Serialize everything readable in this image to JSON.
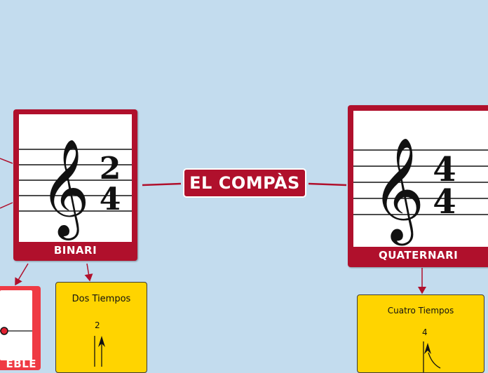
{
  "central": {
    "title": "EL COMPÀS"
  },
  "binari": {
    "label": "BINARI",
    "top_number": "2",
    "bottom_number": "4"
  },
  "quaternari": {
    "label": "QUATERNARI",
    "top_number": "4",
    "bottom_number": "4"
  },
  "dos_tiempos": {
    "title": "Dos Tiempos",
    "number": "2"
  },
  "cuatro_tiempos": {
    "title": "Cuatro Tiempos",
    "number": "4"
  },
  "red_node": {
    "label": "EBLE"
  },
  "colors": {
    "background": "#c3dcee",
    "node_red": "#b0102c",
    "connector": "#b0102c",
    "note_yellow": "#ffd400",
    "partial_red": "#ef3a44"
  }
}
